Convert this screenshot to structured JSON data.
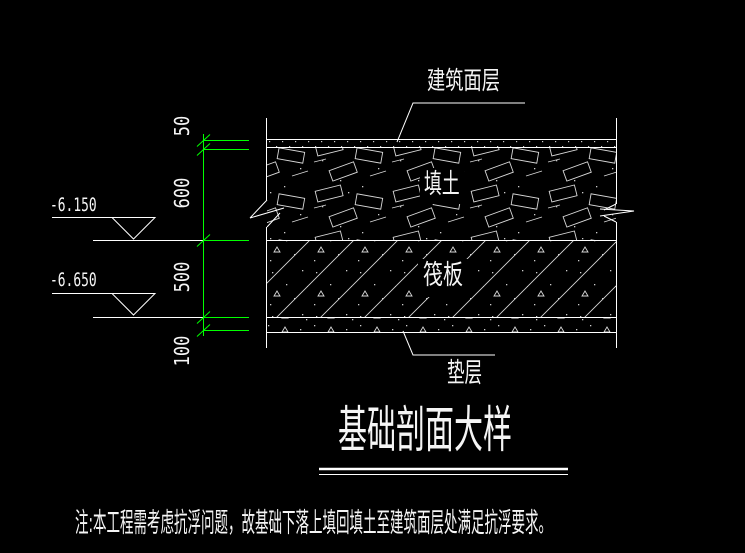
{
  "colors": {
    "background": "#000000",
    "line": "#ffffff",
    "hatch": "#d8d8d8",
    "dimension": "#00ff00"
  },
  "drawing": {
    "callouts": {
      "finish": "建筑面层",
      "fill": "填土",
      "raft": "筏板",
      "cushion": "垫层"
    },
    "dimensions": {
      "d50": "50",
      "d600": "600",
      "d500": "500",
      "d100": "100"
    },
    "elevations": {
      "upper": "-6.150",
      "lower": "-6.650"
    },
    "title": "基础剖面大样",
    "note": "注:本工程需考虑抗浮问题，故基础下落上填回填土至建筑面层处满足抗浮要求。"
  }
}
